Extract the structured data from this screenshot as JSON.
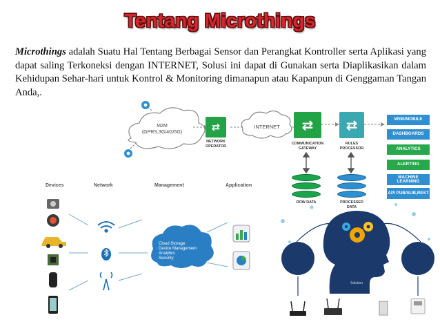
{
  "title": "Tentang Microthings",
  "paragraph": {
    "lead": "Microthings",
    "body": " adalah Suatu Hal Tentang Berbagai Sensor dan Perangkat Kontroller serta Aplikasi yang dapat saling Terkoneksi dengan INTERNET, Solusi ini dapat di Gunakan serta Diaplikasikan dalam Kehidupan Sehar-hari untuk Kontrol & Monitoring dimanapun atau Kapanpun di Genggaman Tangan Anda,."
  },
  "top_diagram": {
    "m2m_label": "M2M",
    "m2m_sub": "(GPRS,3G/4G/5G)",
    "network_operator": "NETWORK OPERATOR",
    "internet": "INTERNET",
    "gateway": "COMMUNICATION GATEWAY",
    "rules": "RULES PROCESSOR",
    "row_data": "ROW DATA",
    "processed_data": "PROCESSED DATA",
    "side_items": [
      "WEB/MOBILE",
      "DASHBOARDS",
      "ANALYTICS",
      "ALERTING",
      "MACHINE LEARNING",
      "API PUB/SUB,REST"
    ]
  },
  "bottom_diagram": {
    "devices": "Devices",
    "network": "Network",
    "management": "Management",
    "application": "Application",
    "cloud_lines": [
      "Cloud Storage",
      "Device Management",
      "Analytics",
      "Security"
    ]
  },
  "head_diagram": {
    "solution": "Solution"
  },
  "colors": {
    "title_red": "#d9262c",
    "green": "#22a345",
    "teal": "#3aa8b0",
    "blue": "#2f8fd1",
    "navy": "#1b3a6b"
  }
}
